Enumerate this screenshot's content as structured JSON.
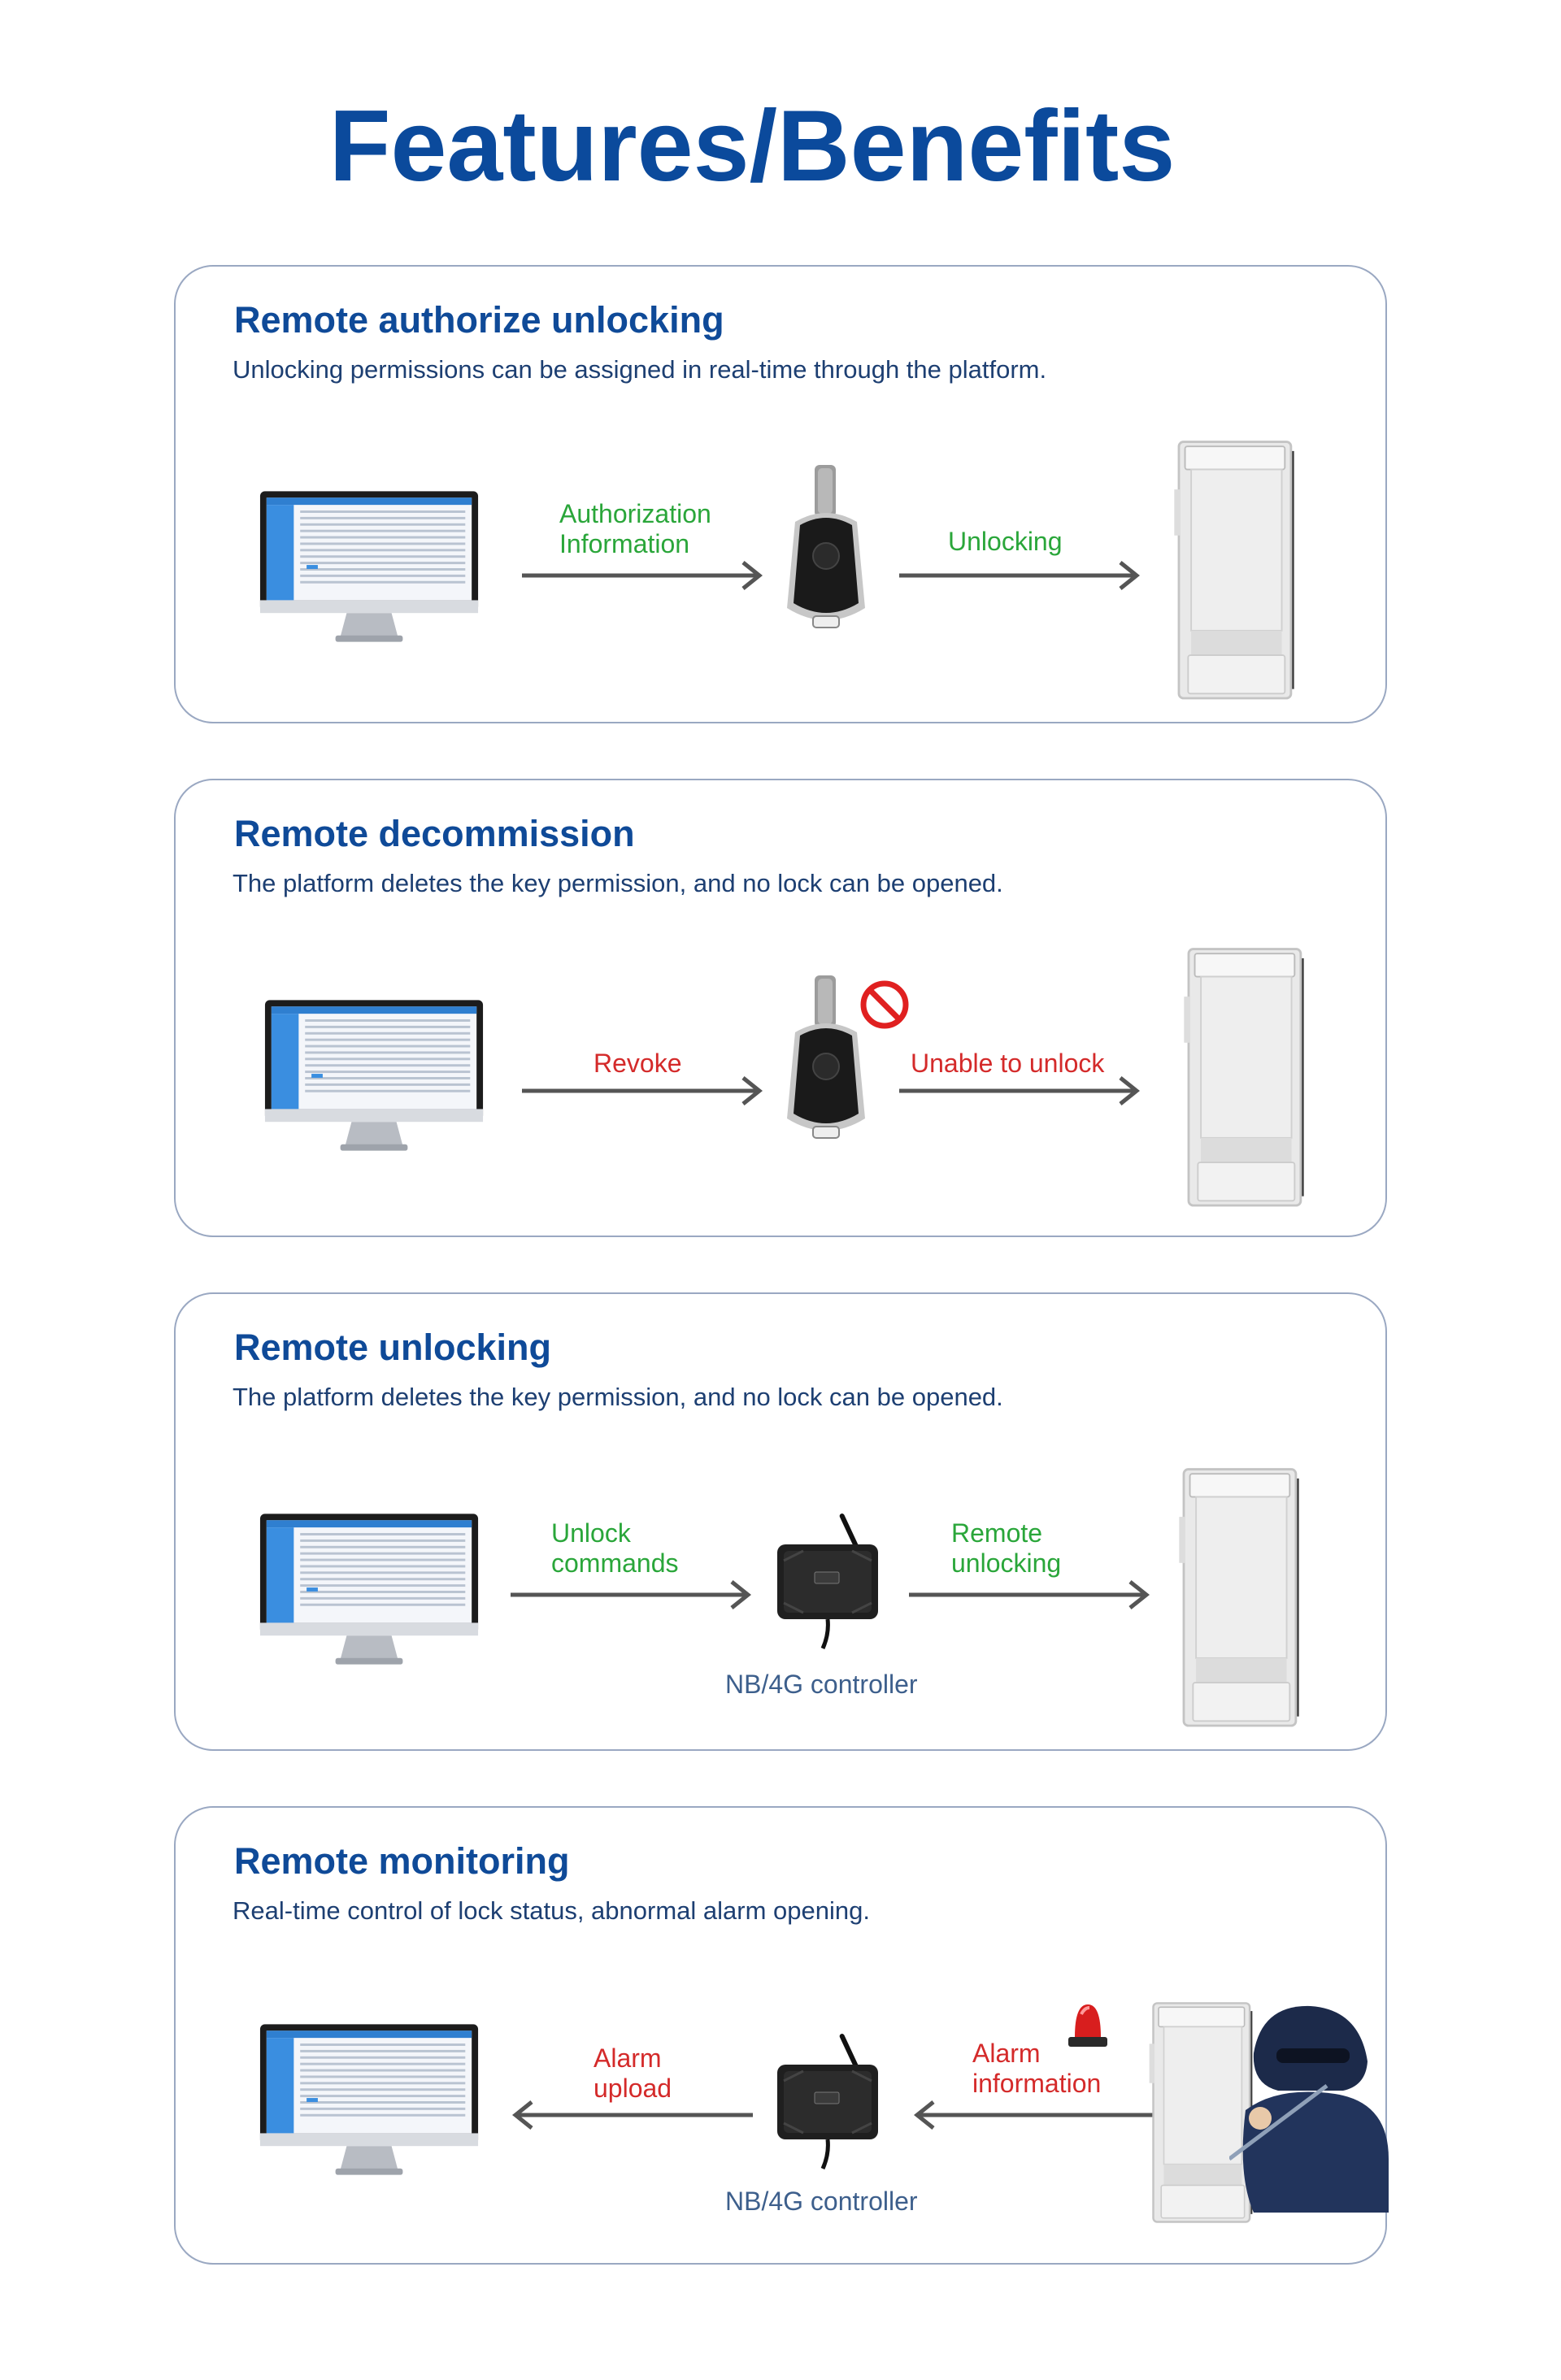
{
  "page": {
    "title": "Features/Benefits"
  },
  "colors": {
    "title_blue": "#0b4a9c",
    "green": "#2aa63a",
    "red": "#d42a2a",
    "card_border": "#9aa8c2"
  },
  "cards": [
    {
      "title": "Remote authorize unlocking",
      "subtitle": "Unlocking permissions can be assigned in real-time through the platform.",
      "label1": "Authorization\nInformation",
      "label2": "Unlocking"
    },
    {
      "title": "Remote decommission",
      "subtitle": "The platform deletes the key permission, and no lock can be opened.",
      "label1": "Revoke",
      "label2": "Unable to unlock"
    },
    {
      "title": "Remote unlocking",
      "subtitle": "The platform deletes the key permission, and no lock can be opened.",
      "label1": "Unlock\ncommands",
      "label2": "Remote\nunlocking",
      "caption": "NB/4G controller"
    },
    {
      "title": "Remote monitoring",
      "subtitle": "Real-time control of lock status, abnormal alarm opening.",
      "label1": "Alarm\nupload",
      "label2": "Alarm\ninformation",
      "caption": "NB/4G controller"
    }
  ]
}
